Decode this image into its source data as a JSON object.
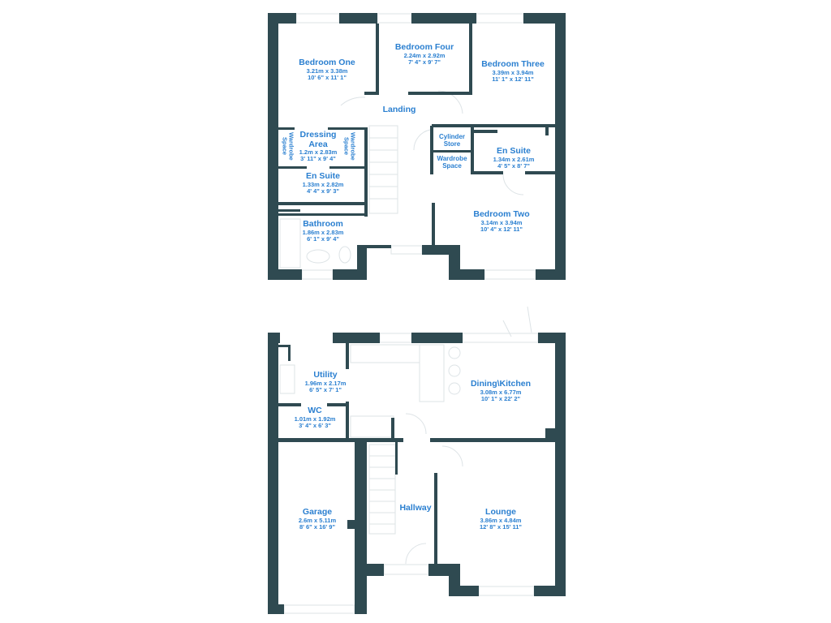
{
  "colors": {
    "wall": "#2f4a51",
    "label": "#2a7fd0",
    "fixture": "#dde3e6"
  },
  "first_floor": {
    "bedroom_one": {
      "name": "Bedroom One",
      "metric": "3.21m x 3.38m",
      "imperial": "10' 6\" x 11' 1\""
    },
    "bedroom_four": {
      "name": "Bedroom Four",
      "metric": "2.24m x 2.92m",
      "imperial": "7' 4\" x 9' 7\""
    },
    "bedroom_three": {
      "name": "Bedroom Three",
      "metric": "3.39m x 3.94m",
      "imperial": "11' 1\" x 12' 11\""
    },
    "landing": {
      "name": "Landing"
    },
    "dressing_area": {
      "name_1": "Dressing",
      "name_2": "Area",
      "metric": "1.2m x 2.83m",
      "imperial": "3' 11\" x 9' 4\""
    },
    "wardrobe_left": {
      "line1": "Wardrobe",
      "line2": "Space"
    },
    "wardrobe_right": {
      "line1": "Wardrobe",
      "line2": "Space"
    },
    "en_suite_one": {
      "name": "En Suite",
      "metric": "1.33m x 2.82m",
      "imperial": "4' 4\" x 9' 3\""
    },
    "cylinder_store": {
      "line1": "Cylinder",
      "line2": "Store"
    },
    "wardrobe_space": {
      "line1": "Wardrobe",
      "line2": "Space"
    },
    "en_suite_two": {
      "name": "En Suite",
      "metric": "1.34m x 2.61m",
      "imperial": "4' 5\" x 8' 7\""
    },
    "bathroom": {
      "name": "Bathroom",
      "metric": "1.86m x 2.83m",
      "imperial": "6' 1\" x 9' 4\""
    },
    "bedroom_two": {
      "name": "Bedroom Two",
      "metric": "3.14m x 3.94m",
      "imperial": "10' 4\" x 12' 11\""
    }
  },
  "ground_floor": {
    "utility": {
      "name": "Utility",
      "metric": "1.96m x 2.17m",
      "imperial": "6' 5\" x 7' 1\""
    },
    "wc": {
      "name": "WC",
      "metric": "1.01m x 1.92m",
      "imperial": "3' 4\" x 6' 3\""
    },
    "dining_kitchen": {
      "name": "Dining\\Kitchen",
      "metric": "3.08m x 6.77m",
      "imperial": "10' 1\" x 22' 2\""
    },
    "garage": {
      "name": "Garage",
      "metric": "2.6m x 5.11m",
      "imperial": "8' 6\" x 16' 9\""
    },
    "hallway": {
      "name": "Hallway"
    },
    "lounge": {
      "name": "Lounge",
      "metric": "3.86m x 4.84m",
      "imperial": "12' 8\" x 15' 11\""
    }
  }
}
